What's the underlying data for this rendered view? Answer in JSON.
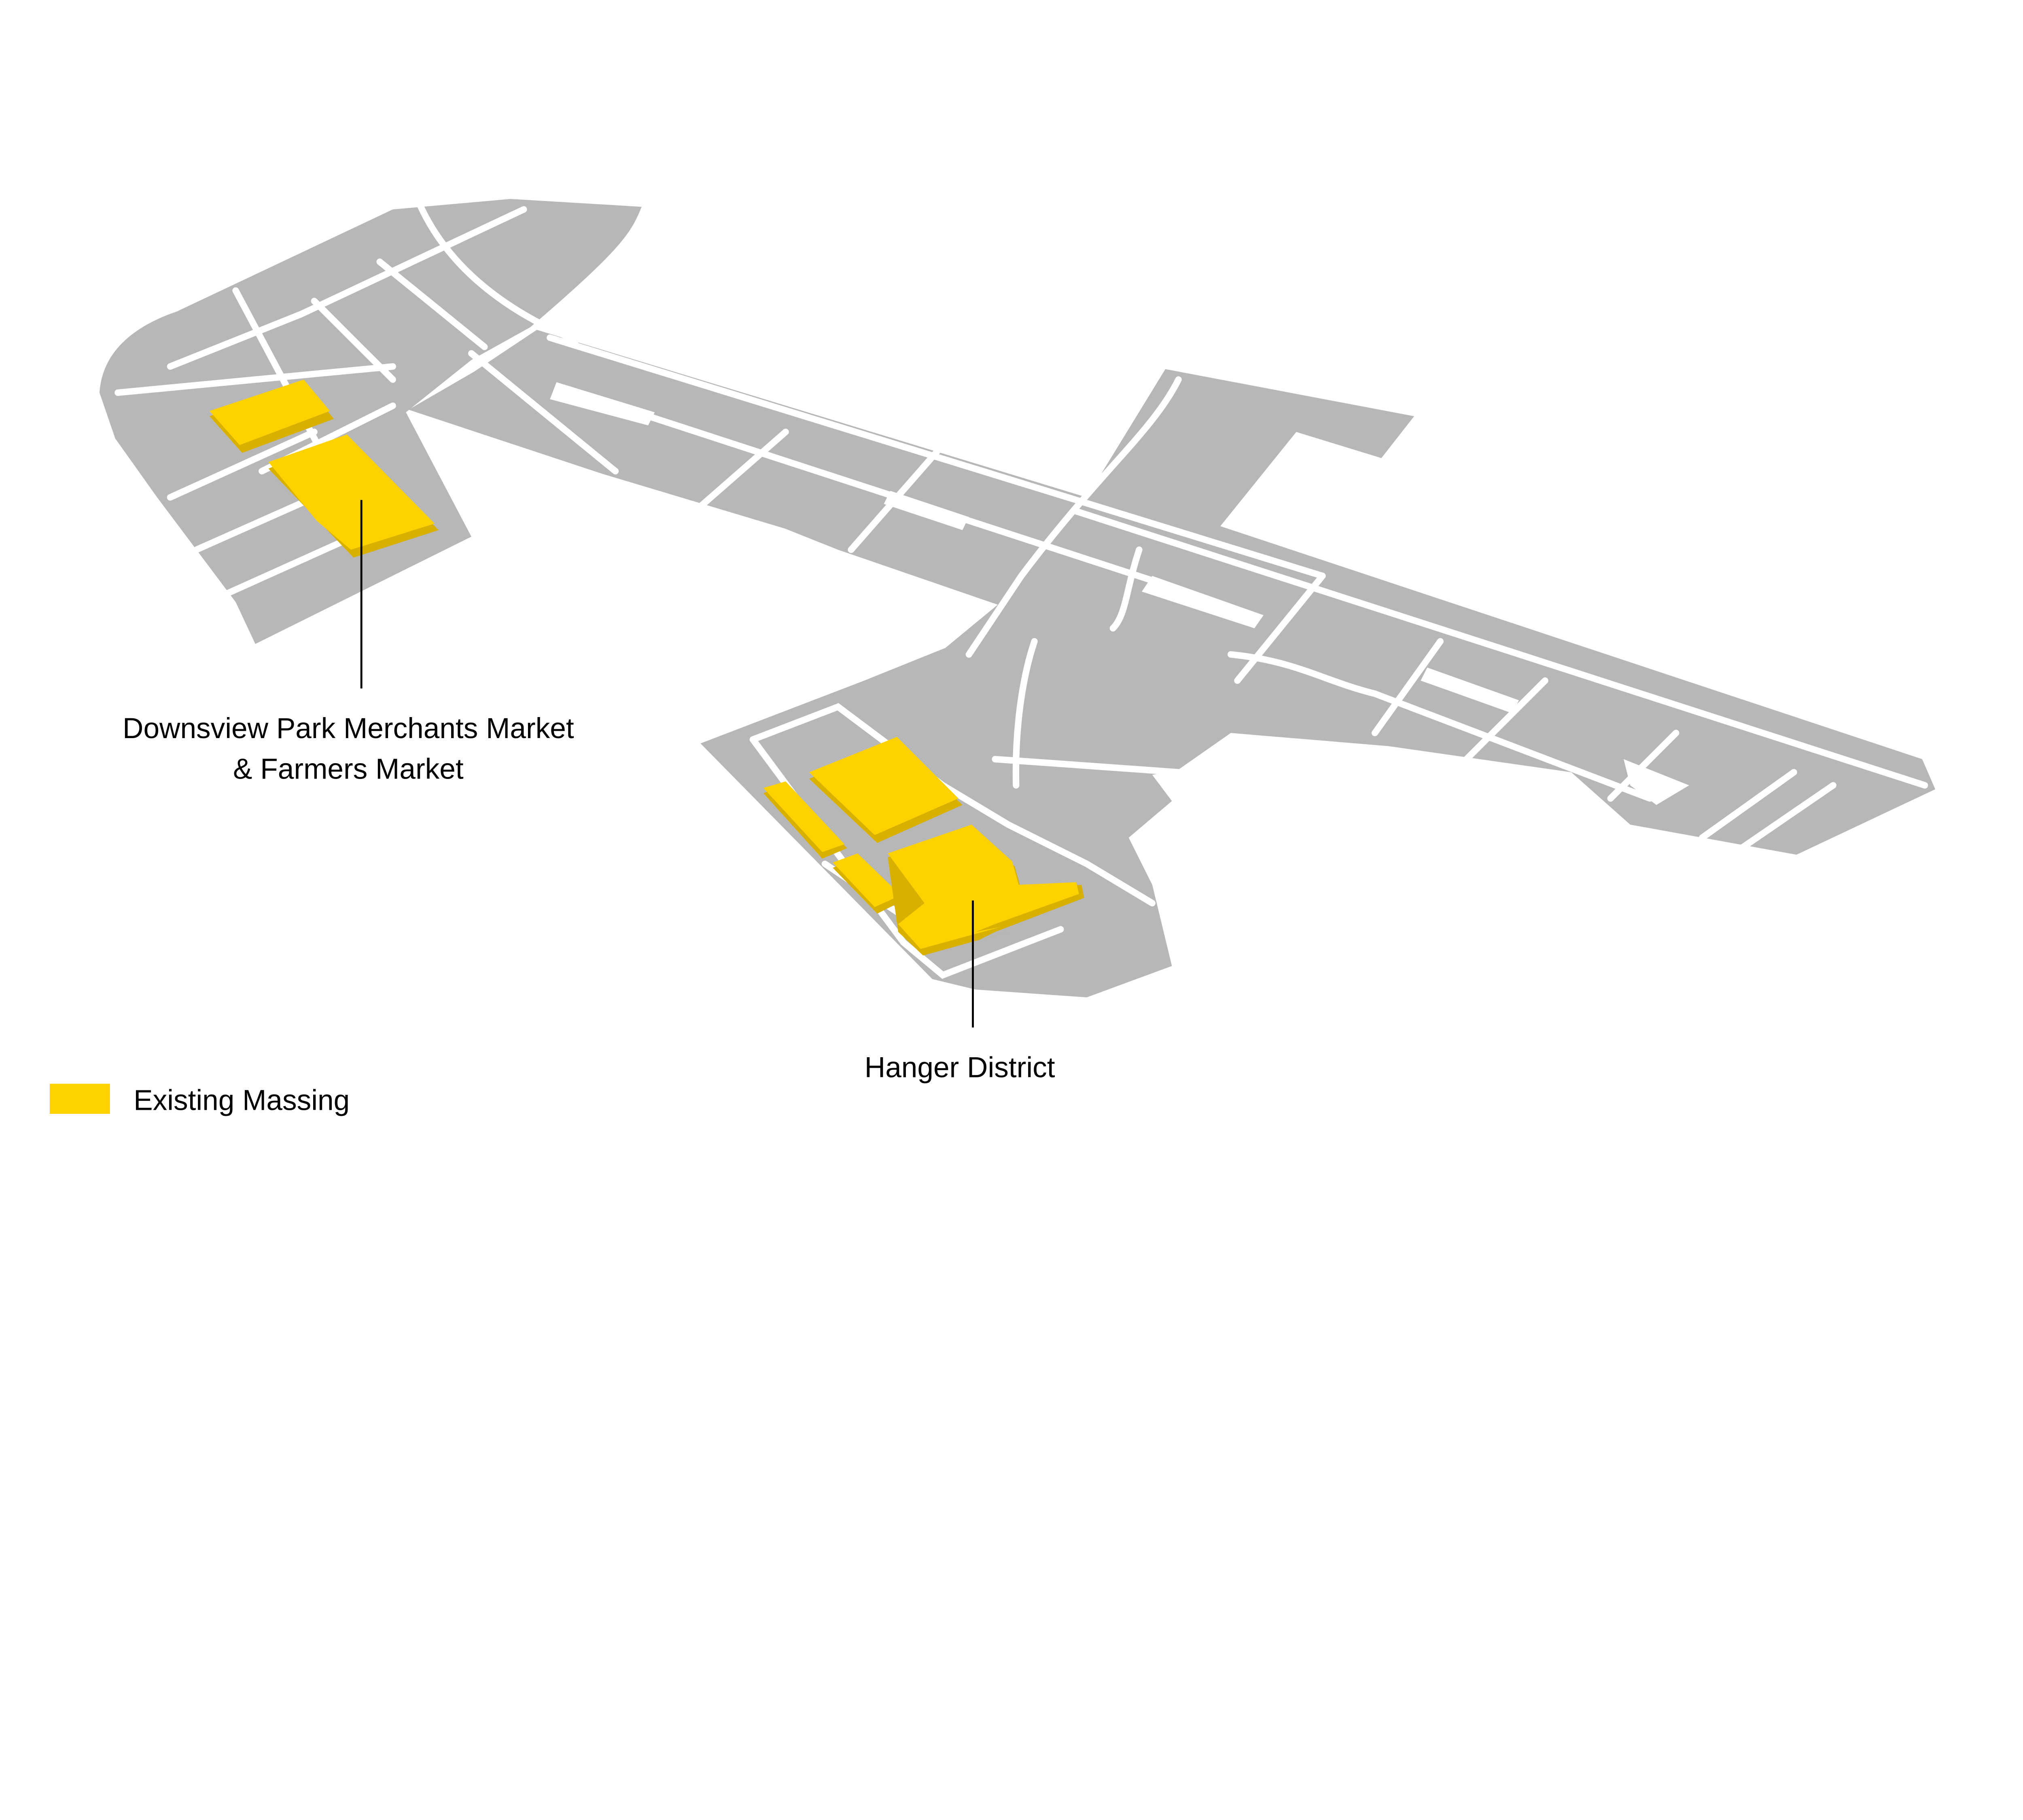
{
  "labels": {
    "merchants_line1": "Downsview Park Merchants Market",
    "merchants_line2": "& Farmers Market",
    "hanger": "Hanger District"
  },
  "legend": {
    "existing_massing": "Existing Massing"
  },
  "colors": {
    "block": "#b7b7b7",
    "road": "#ffffff",
    "massing": "#fdd200",
    "massing_side": "#d8b000",
    "text": "#000000"
  }
}
